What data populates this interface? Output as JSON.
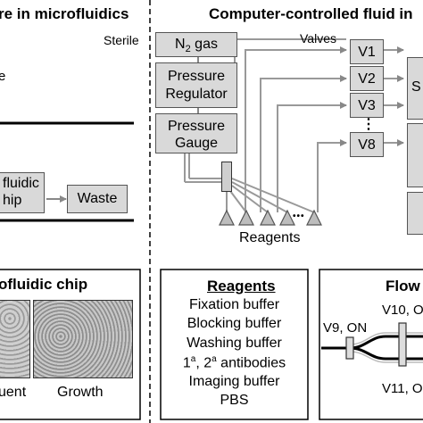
{
  "left_panel": {
    "title": "re in microfluidics",
    "sterile_label": "Sterile",
    "partial_e": "e",
    "chip_line1": "fluidic",
    "chip_line2": "hip",
    "waste_label": "Waste"
  },
  "right_panel": {
    "title": "Computer-controlled fluid in",
    "valves_label": "Valves",
    "n2_gas": "N",
    "n2_sub": "2",
    "n2_suffix": " gas",
    "pressure_regulator_1": "Pressure",
    "pressure_regulator_2": "Regulator",
    "pressure_gauge_1": "Pressure",
    "pressure_gauge_2": "Gauge",
    "valves": [
      "V1",
      "V2",
      "V3",
      "V8"
    ],
    "valve_ellipsis": "⋮",
    "partial_s": "S",
    "reagents_label": "Reagents",
    "reagent_dots": "•••"
  },
  "chip_panel": {
    "title": "ofluidic chip",
    "caption_left": "uent",
    "caption_right": "Growth"
  },
  "reagents_panel": {
    "title": "Reagents",
    "items": [
      "Fixation buffer",
      "Blocking buffer",
      "Washing buffer",
      "1",
      "Imaging buffer",
      "PBS"
    ],
    "antibody_sup_a": "a",
    "antibody_sep": ", 2",
    "antibody_sup_b": "a",
    "antibody_tail": " antibodies"
  },
  "flow_panel": {
    "title": "Flow",
    "v9": "V9, ON",
    "v10": "V10, O",
    "v11": "V11, O"
  }
}
